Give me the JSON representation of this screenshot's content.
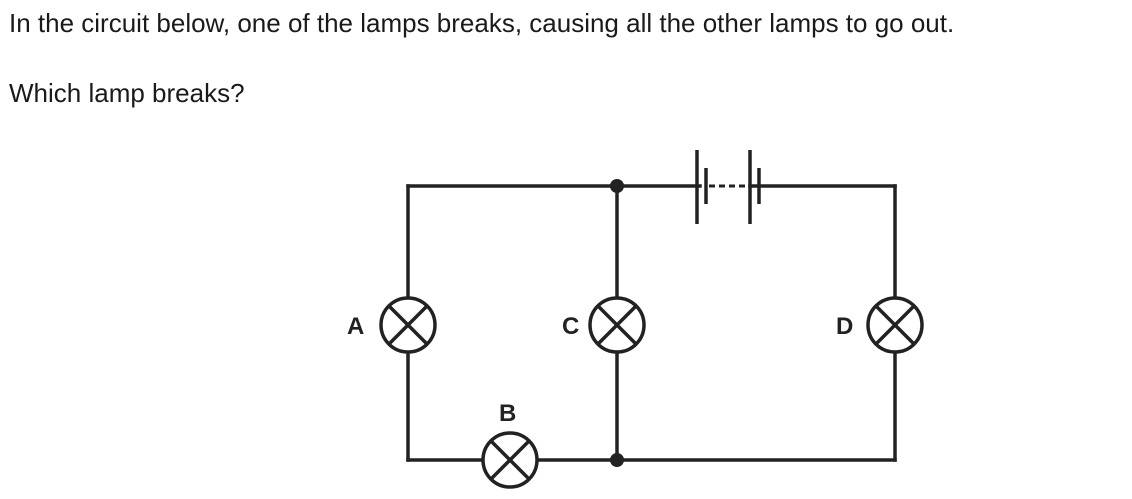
{
  "question": {
    "line1": "In the circuit below, one of the lamps breaks, causing all the other lamps to go out.",
    "line2": "Which lamp breaks?"
  },
  "circuit": {
    "lamps": [
      {
        "id": "A",
        "label": "A"
      },
      {
        "id": "B",
        "label": "B"
      },
      {
        "id": "C",
        "label": "C"
      },
      {
        "id": "D",
        "label": "D"
      }
    ],
    "battery_icon": "battery-cells-icon",
    "lamp_icon": "lamp-symbol-icon",
    "colors": {
      "ink": "#222222",
      "background": "#ffffff"
    }
  }
}
